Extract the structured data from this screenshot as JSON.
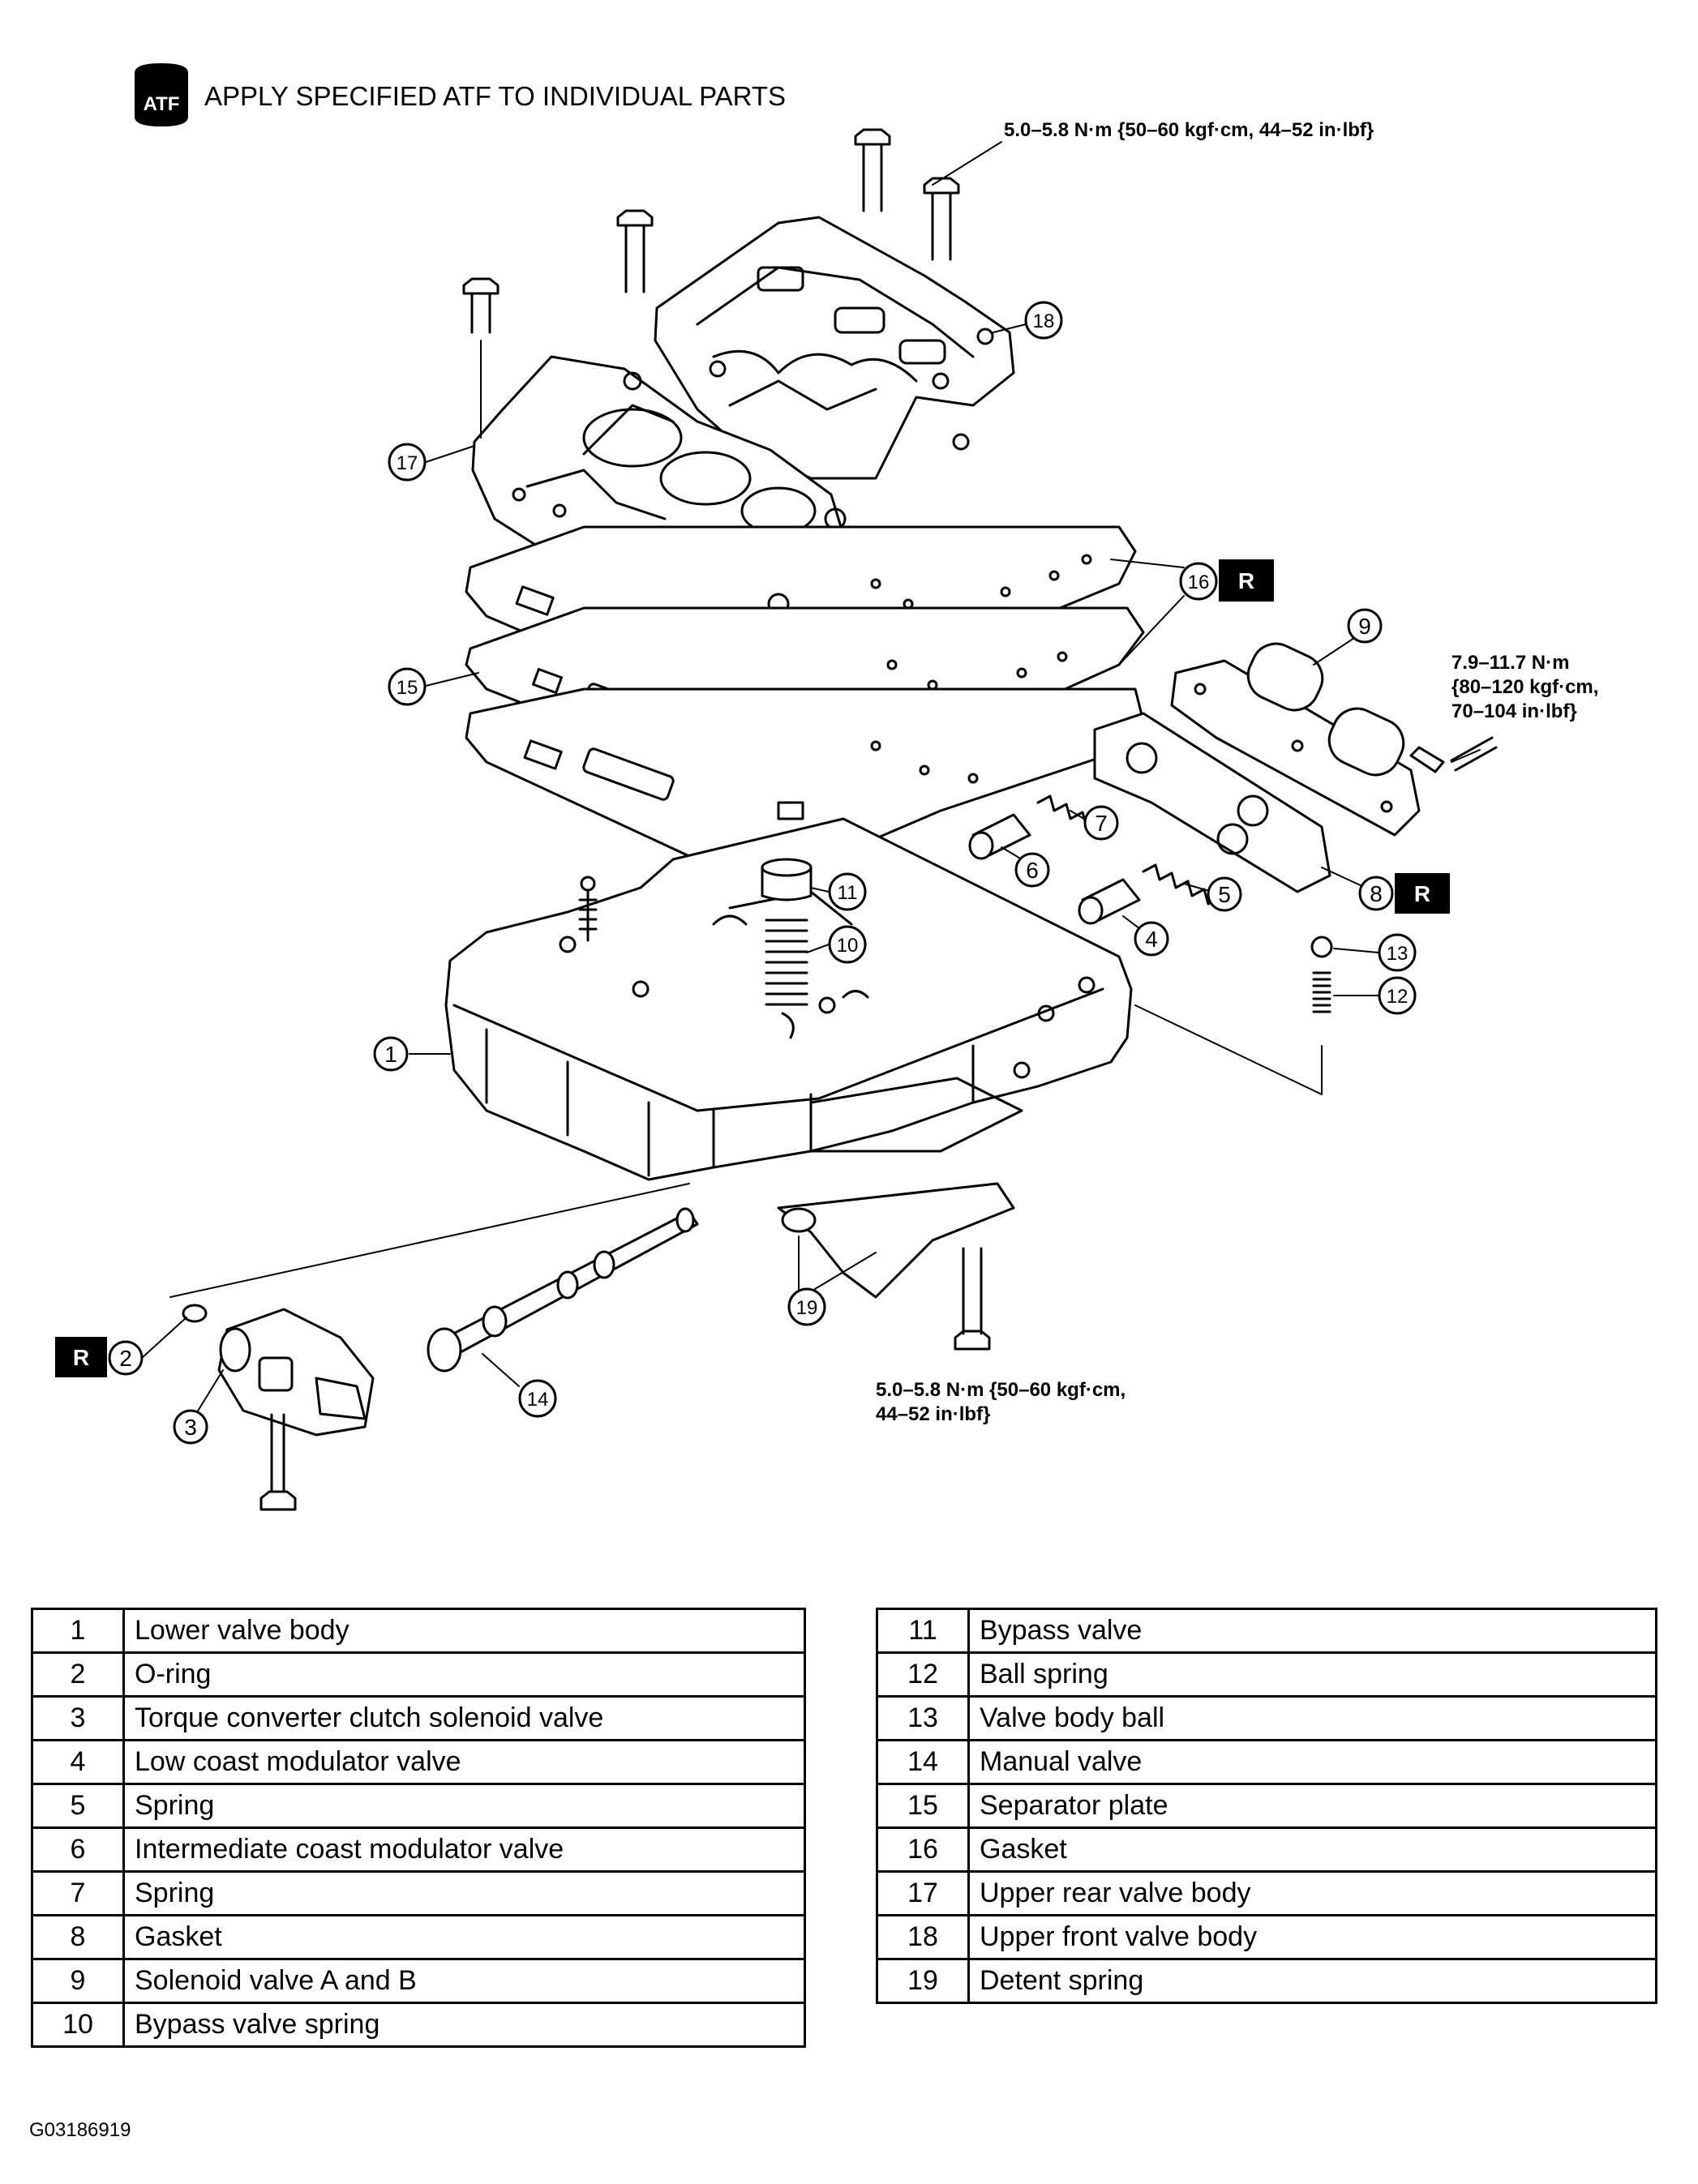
{
  "header": {
    "badge_text": "ATF",
    "instruction": "APPLY SPECIFIED ATF TO INDIVIDUAL PARTS"
  },
  "torque": {
    "upper_bolts": "5.0–5.8 N·m {50–60 kgf·cm, 44–52 in·lbf}",
    "solenoid_line1": "7.9–11.7 N·m",
    "solenoid_line2": "{80–120 kgf·cm,",
    "solenoid_line3": "70–104 in·lbf}",
    "detent_line1": "5.0–5.8 N·m {50–60 kgf·cm,",
    "detent_line2": "44–52 in·lbf}"
  },
  "replace_mark": "R",
  "callouts": [
    "1",
    "2",
    "3",
    "4",
    "5",
    "6",
    "7",
    "8",
    "9",
    "10",
    "11",
    "12",
    "13",
    "14",
    "15",
    "16",
    "17",
    "18",
    "19"
  ],
  "parts_left": [
    {
      "no": "1",
      "name": "Lower valve body"
    },
    {
      "no": "2",
      "name": "O-ring"
    },
    {
      "no": "3",
      "name": "Torque converter clutch solenoid valve"
    },
    {
      "no": "4",
      "name": "Low coast modulator valve"
    },
    {
      "no": "5",
      "name": "Spring"
    },
    {
      "no": "6",
      "name": "Intermediate coast modulator valve"
    },
    {
      "no": "7",
      "name": "Spring"
    },
    {
      "no": "8",
      "name": "Gasket"
    },
    {
      "no": "9",
      "name": "Solenoid valve A and B"
    },
    {
      "no": "10",
      "name": "Bypass valve spring"
    }
  ],
  "parts_right": [
    {
      "no": "11",
      "name": "Bypass valve"
    },
    {
      "no": "12",
      "name": "Ball spring"
    },
    {
      "no": "13",
      "name": "Valve body ball"
    },
    {
      "no": "14",
      "name": "Manual valve"
    },
    {
      "no": "15",
      "name": "Separator plate"
    },
    {
      "no": "16",
      "name": "Gasket"
    },
    {
      "no": "17",
      "name": "Upper rear valve body"
    },
    {
      "no": "18",
      "name": "Upper front valve body"
    },
    {
      "no": "19",
      "name": "Detent spring"
    }
  ],
  "figure_id": "G03186919"
}
